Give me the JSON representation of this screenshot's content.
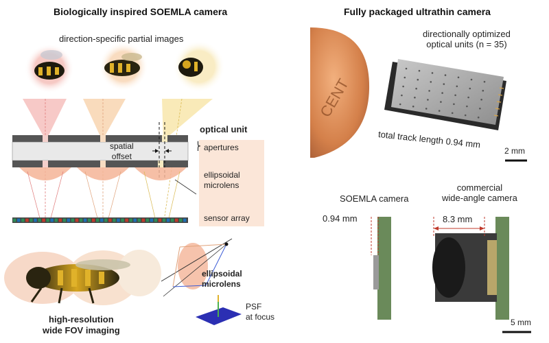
{
  "left_panel": {
    "title": "Biologically inspired SOEMLA camera",
    "partial_images_label": "direction-specific partial images",
    "optical_unit_label": "optical unit",
    "apertures_label": "apertures",
    "spatial_offset_label": "spatial\noffset",
    "ellipsoidal_microlens_label": "ellipsoidal\nmicrolens",
    "sensor_array_label": "sensor array",
    "result_label": "high-resolution\nwide FOV imaging",
    "ellipsoidal_microlens_inset_label": "ellipsoidal\nmicrolens",
    "psf_label": "PSF\nat focus"
  },
  "right_panel": {
    "title": "Fully packaged ultrathin camera",
    "coin_text": "CENT",
    "units_label": "directionally optimized\noptical units (n = 35)",
    "track_length_label": "total track length 0.94 mm",
    "scale_bar_top": "2 mm",
    "soemla_label": "SOEMLA camera",
    "soemla_thickness": "0.94 mm",
    "commercial_label": "commercial\nwide-angle camera",
    "commercial_thickness": "8.3 mm",
    "scale_bar_bottom": "5 mm"
  },
  "colors": {
    "accent_red": "#c0392b",
    "cone_pink": "#f4b7b4",
    "cone_orange": "#f7cfa5",
    "cone_yellow": "#f7e3a0",
    "lens_fill": "#f4b497",
    "label_box": "#fbe6d8",
    "psf_blue": "#2b2fb3"
  }
}
